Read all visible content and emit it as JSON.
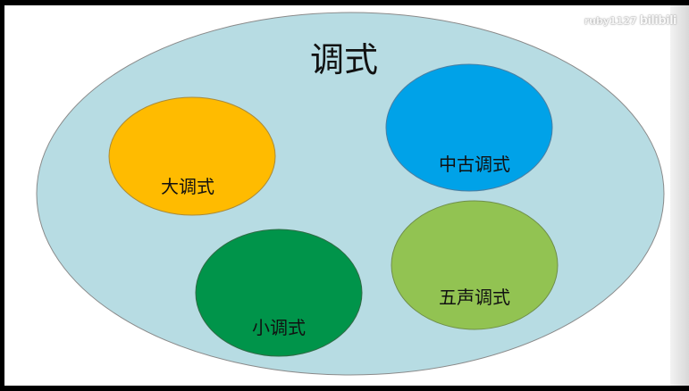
{
  "diagram": {
    "title": "调式",
    "nodes": [
      {
        "id": "major",
        "label": "大调式",
        "color": "#ffbb00"
      },
      {
        "id": "medieval",
        "label": "中古调式",
        "color": "#00a2e8"
      },
      {
        "id": "minor",
        "label": "小调式",
        "color": "#00944a"
      },
      {
        "id": "pentatonic",
        "label": "五声调式",
        "color": "#92c352"
      }
    ],
    "container_color": "#b7dce3"
  },
  "watermark": {
    "user": "ruby1127",
    "logo": "bilibili"
  }
}
